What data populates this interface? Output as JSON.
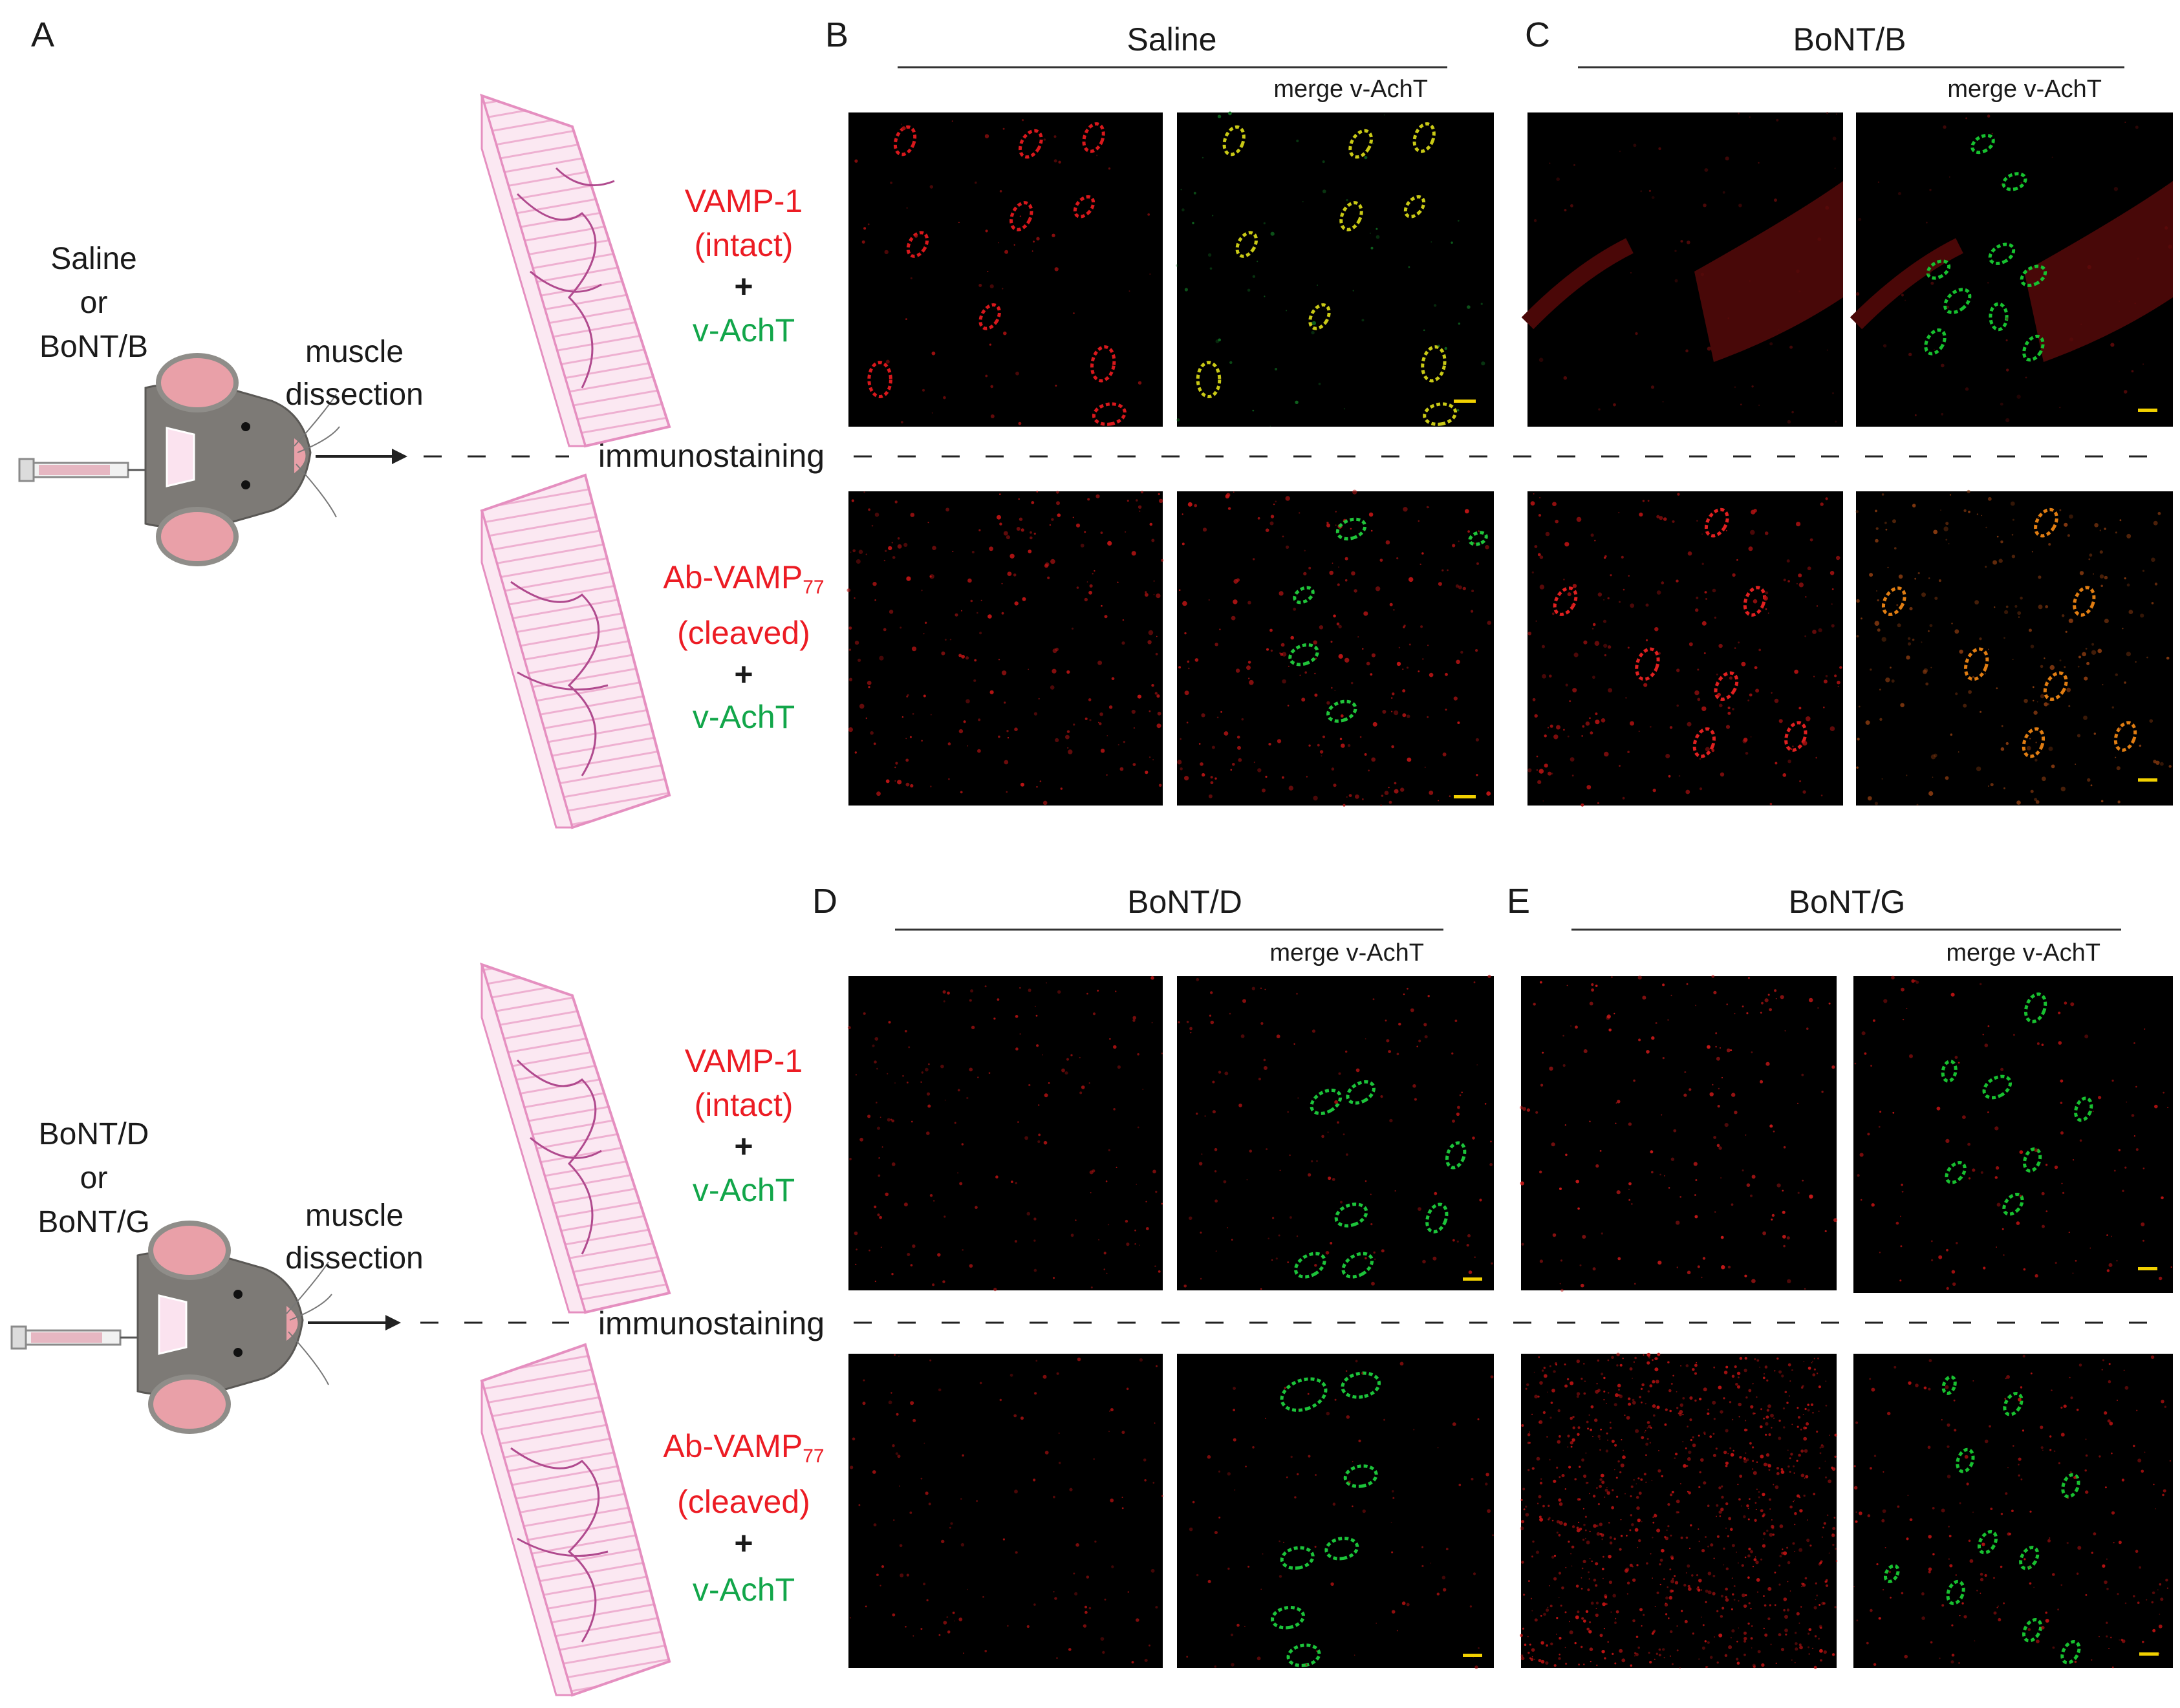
{
  "panel_letters": [
    "A",
    "B",
    "C",
    "D",
    "E"
  ],
  "conditions": {
    "top": [
      "Saline",
      "or",
      "BoNT/B"
    ],
    "bottom": [
      "BoNT/D",
      "or",
      "BoNT/G"
    ]
  },
  "procedure": {
    "muscle": "muscle",
    "dissection": "dissection",
    "immunostaining": "immunostaining"
  },
  "stains": {
    "vamp_line1": "VAMP-1",
    "vamp_line2": "(intact)",
    "plus": "+",
    "vacht": "v-AchT",
    "ab_line1": "Ab-VAMP",
    "ab_sub": "77",
    "ab_line2": "(cleaved)"
  },
  "groups": {
    "B": "Saline",
    "C": "BoNT/B",
    "D": "BoNT/D",
    "E": "BoNT/G"
  },
  "merge_label": "merge v-AchT",
  "colors": {
    "red_text": "#ec1c24",
    "green_text": "#12a64a",
    "muscle_pink": "#e58fc0",
    "nerve": "#b04a8e",
    "mouse_gray": "#7d7a76",
    "ear_pink": "#e9a0a8",
    "scale_bar": "#f2d100"
  }
}
